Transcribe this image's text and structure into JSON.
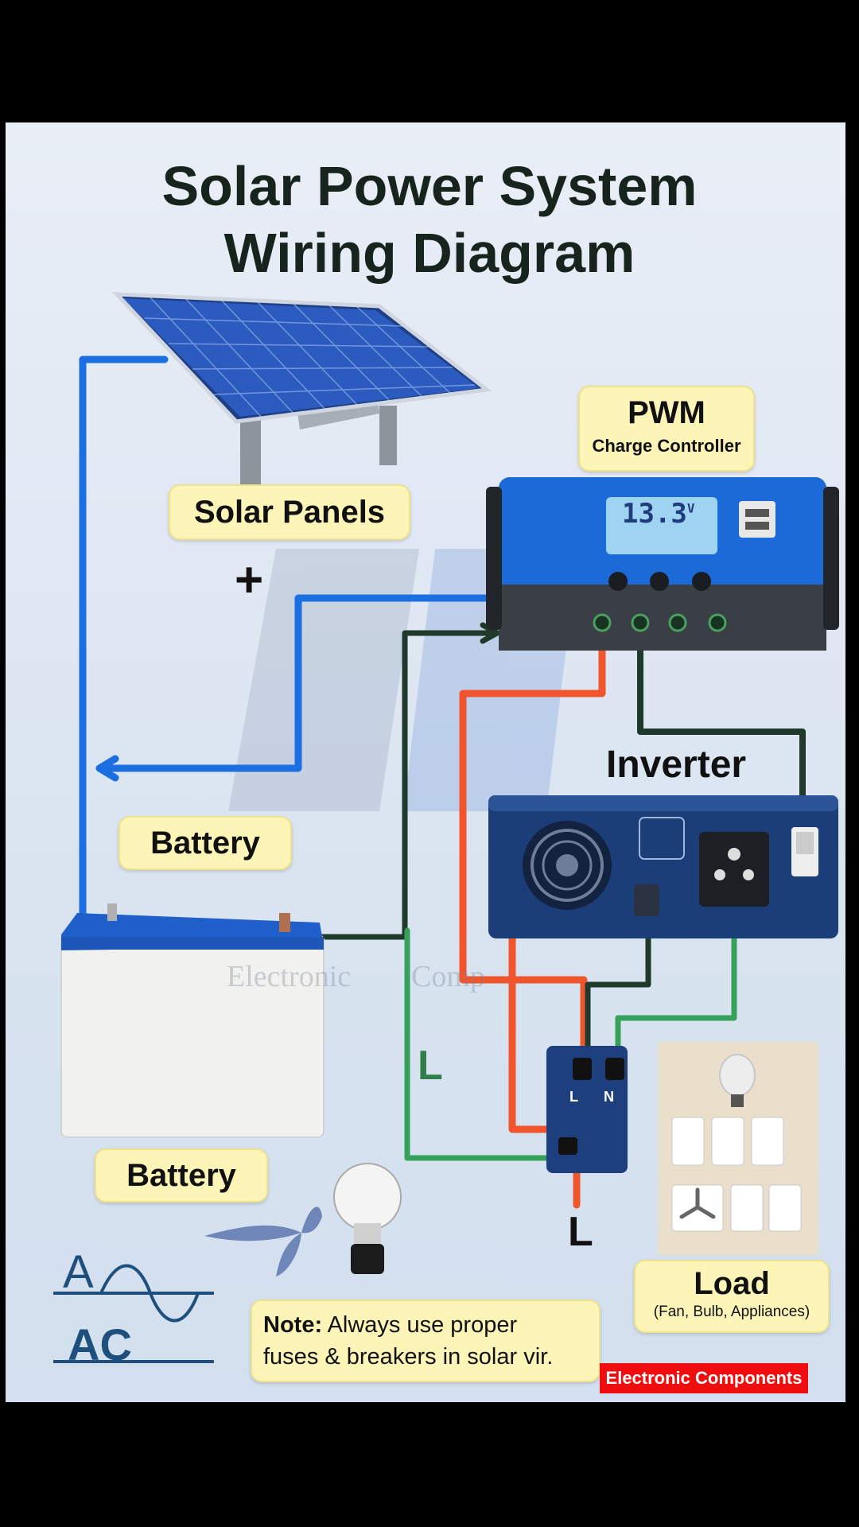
{
  "title": {
    "line1": "Solar Power System",
    "line2": "Wiring Diagram"
  },
  "labels": {
    "solar_panels": "Solar Panels",
    "pwm": "PWM",
    "charge_controller": "Charge Controller",
    "inverter": "Inverter",
    "battery_top": "Battery",
    "battery_bottom": "Battery",
    "load": "Load",
    "load_sub": "(Fan, Bulb, Appliances)",
    "plus": "+",
    "wire_L_green": "L",
    "wire_L_bottom": "L",
    "breaker_L": "L",
    "breaker_N": "N",
    "ac_A": "A",
    "ac_text": "AC"
  },
  "controller": {
    "lcd_value": "13.3",
    "lcd_unit": "V"
  },
  "note": {
    "prefix": "Note:",
    "text1": "Always use proper",
    "text2": "fuses & breakers in solar vir."
  },
  "watermark": {
    "text1": "Electronic",
    "text2": "Comp"
  },
  "brand_tag": "Electronic Components",
  "colors": {
    "wire_blue": "#1c6fe0",
    "wire_red": "#f0552d",
    "wire_green": "#36a15a",
    "wire_dark": "#1f3a2a",
    "label_bg": "#fdf5b8"
  }
}
